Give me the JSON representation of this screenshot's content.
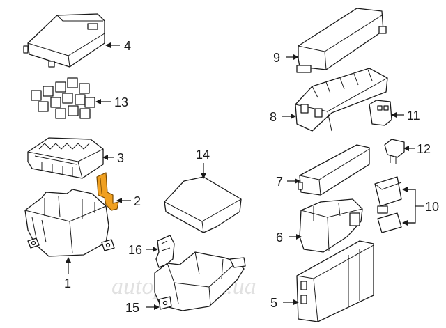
{
  "diagram": {
    "highlight_color": "#f0a020",
    "callouts": [
      {
        "id": "c1",
        "label": "1"
      },
      {
        "id": "c2",
        "label": "2"
      },
      {
        "id": "c3",
        "label": "3"
      },
      {
        "id": "c4",
        "label": "4"
      },
      {
        "id": "c5",
        "label": "5"
      },
      {
        "id": "c6",
        "label": "6"
      },
      {
        "id": "c7",
        "label": "7"
      },
      {
        "id": "c8",
        "label": "8"
      },
      {
        "id": "c9",
        "label": "9"
      },
      {
        "id": "c10",
        "label": "10"
      },
      {
        "id": "c11",
        "label": "11"
      },
      {
        "id": "c12",
        "label": "12"
      },
      {
        "id": "c13",
        "label": "13"
      },
      {
        "id": "c14",
        "label": "14"
      },
      {
        "id": "c15",
        "label": "15"
      },
      {
        "id": "c16",
        "label": "16"
      }
    ],
    "watermark": "autoparts.in.ua"
  }
}
